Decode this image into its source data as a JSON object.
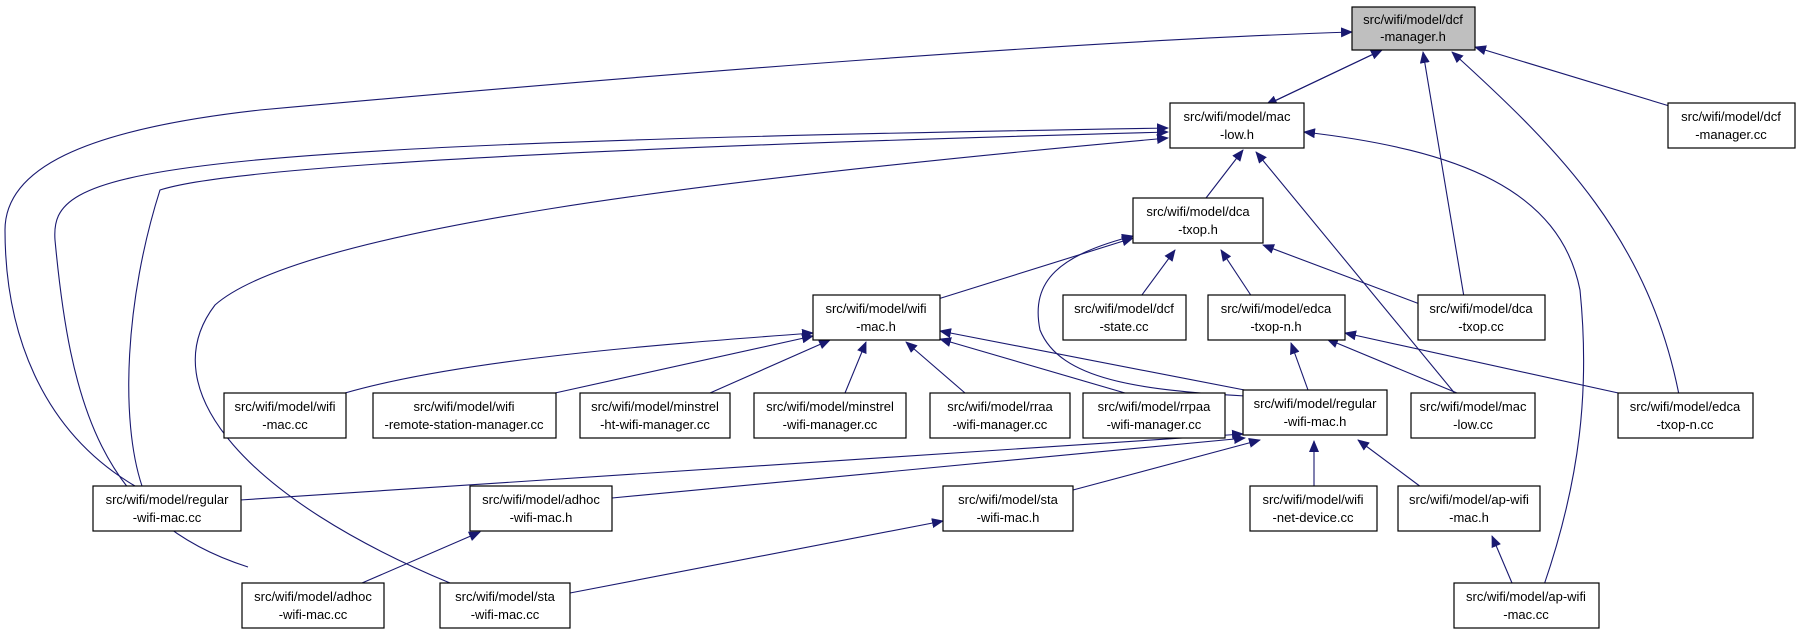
{
  "colors": {
    "edge": "#191970",
    "focus_fill": "#bfbfbf",
    "node_fill": "#ffffff"
  },
  "nodes": {
    "dcf_manager_h": {
      "line1": "src/wifi/model/dcf",
      "line2": "-manager.h"
    },
    "mac_low_h": {
      "line1": "src/wifi/model/mac",
      "line2": "-low.h"
    },
    "dcf_manager_cc": {
      "line1": "src/wifi/model/dcf",
      "line2": "-manager.cc"
    },
    "dca_txop_h": {
      "line1": "src/wifi/model/dca",
      "line2": "-txop.h"
    },
    "wifi_mac_h": {
      "line1": "src/wifi/model/wifi",
      "line2": "-mac.h"
    },
    "dcf_state_cc": {
      "line1": "src/wifi/model/dcf",
      "line2": "-state.cc"
    },
    "edca_txop_n_h": {
      "line1": "src/wifi/model/edca",
      "line2": "-txop-n.h"
    },
    "dca_txop_cc": {
      "line1": "src/wifi/model/dca",
      "line2": "-txop.cc"
    },
    "wifi_mac_cc": {
      "line1": "src/wifi/model/wifi",
      "line2": "-mac.cc"
    },
    "wifi_rsm_cc": {
      "line1": "src/wifi/model/wifi",
      "line2": "-remote-station-manager.cc"
    },
    "minstrel_ht_cc": {
      "line1": "src/wifi/model/minstrel",
      "line2": "-ht-wifi-manager.cc"
    },
    "minstrel_cc": {
      "line1": "src/wifi/model/minstrel",
      "line2": "-wifi-manager.cc"
    },
    "rraa_cc": {
      "line1": "src/wifi/model/rraa",
      "line2": "-wifi-manager.cc"
    },
    "rrpaa_cc": {
      "line1": "src/wifi/model/rrpaa",
      "line2": "-wifi-manager.cc"
    },
    "regular_wifi_mac_h": {
      "line1": "src/wifi/model/regular",
      "line2": "-wifi-mac.h"
    },
    "mac_low_cc": {
      "line1": "src/wifi/model/mac",
      "line2": "-low.cc"
    },
    "edca_txop_n_cc": {
      "line1": "src/wifi/model/edca",
      "line2": "-txop-n.cc"
    },
    "regular_wifi_mac_cc": {
      "line1": "src/wifi/model/regular",
      "line2": "-wifi-mac.cc"
    },
    "adhoc_wifi_mac_h": {
      "line1": "src/wifi/model/adhoc",
      "line2": "-wifi-mac.h"
    },
    "sta_wifi_mac_h": {
      "line1": "src/wifi/model/sta",
      "line2": "-wifi-mac.h"
    },
    "wifi_net_device_cc": {
      "line1": "src/wifi/model/wifi",
      "line2": "-net-device.cc"
    },
    "ap_wifi_mac_h": {
      "line1": "src/wifi/model/ap-wifi",
      "line2": "-mac.h"
    },
    "adhoc_wifi_mac_cc": {
      "line1": "src/wifi/model/adhoc",
      "line2": "-wifi-mac.cc"
    },
    "sta_wifi_mac_cc": {
      "line1": "src/wifi/model/sta",
      "line2": "-wifi-mac.cc"
    },
    "ap_wifi_mac_cc": {
      "line1": "src/wifi/model/ap-wifi",
      "line2": "-mac.cc"
    }
  }
}
